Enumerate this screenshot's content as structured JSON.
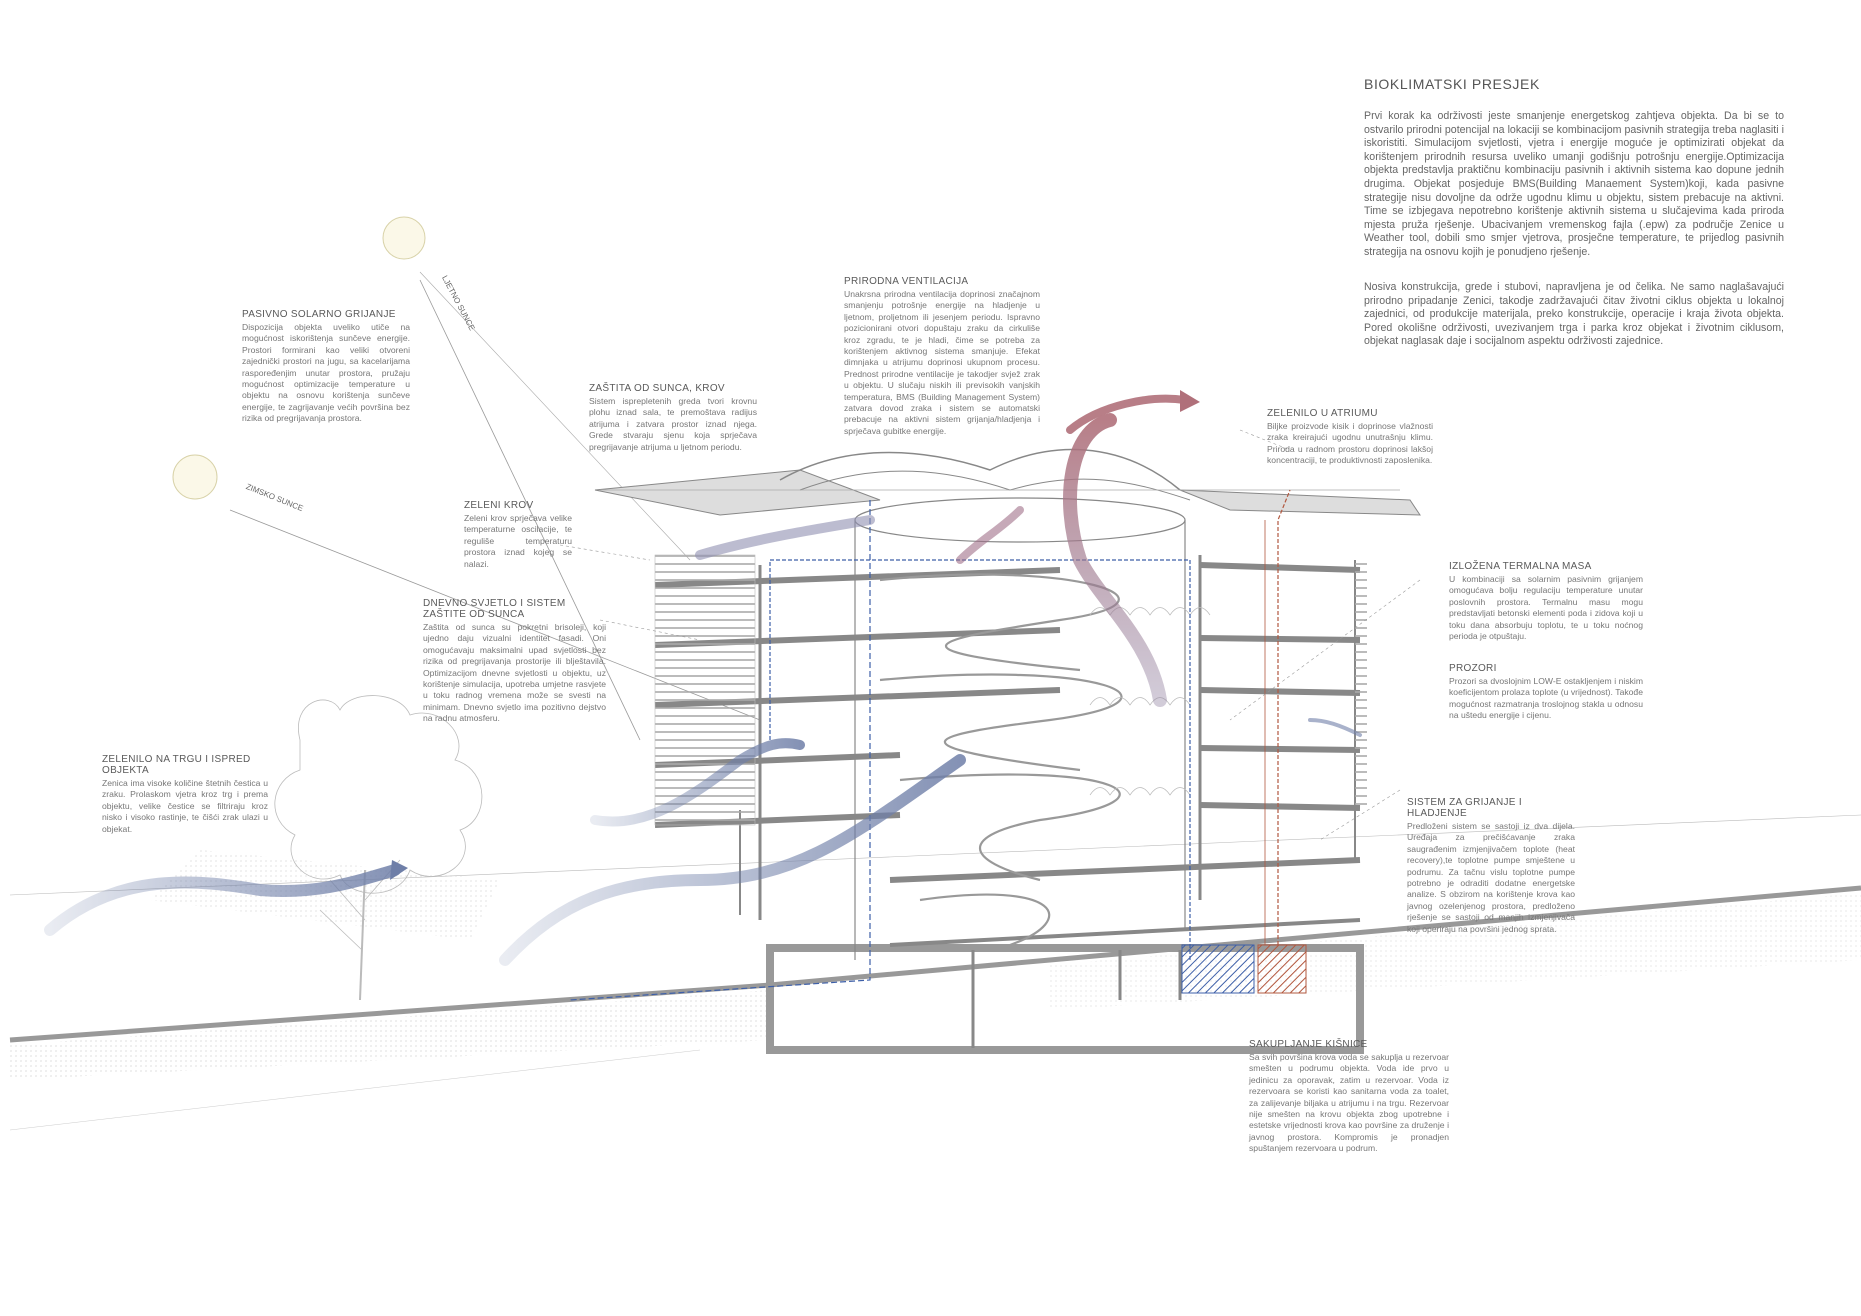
{
  "title": "BIOKLIMATSKI PRESJEK",
  "intro_1": "Prvi korak ka održivosti jeste smanjenje energetskog zahtjeva objekta. Da bi se to ostvarilo prirodni potencijal na lokaciji se kombinacijom pasivnih strategija treba naglasiti i iskoristiti. Simulacijom svjetlosti, vjetra i energije moguće je optimizirati objekat da korištenjem prirodnih resursa uveliko umanji godišnju potrošnju energije.Optimizacija objekta predstavlja praktičnu kombinaciju pasivnih i aktivnih sistema kao dopune jednih drugima. Objekat posjeduje BMS(Building Manaement System)koji, kada pasivne strategije nisu dovoljne da održe ugodnu klimu u objektu, sistem prebacuje na aktivni. Time se izbjegava nepotrebno korištenje aktivnih sistema u slučajevima kada priroda mjesta pruža rješenje. Ubacivanjem vremenskog fajla (.epw) za područje Zenice u Weather tool, dobili smo smjer vjetrova, prosječne temperature, te prijedlog pasivnih strategija na osnovu kojih je ponudjeno rješenje.",
  "intro_2": "Nosiva konstrukcija, grede i stubovi, napravljena je od čelika. Ne samo naglašavajući prirodno pripadanje Zenici, takodje zadržavajući čitav životni ciklus objekta u lokalnoj zajednici, od produkcije materijala, preko konstrukcije, operacije i kraja života objekta. Pored okolišne održivosti, uvezivanjem trga i parka kroz objekat i životnim ciklusom, objekat naglasak daje i socijalnom aspektu održivosti zajednice.",
  "sun_labels": {
    "summer": "LJETNO SUNCE",
    "winter": "ZIMSKO SUNCE"
  },
  "notes": {
    "pasivno": {
      "title": "PASIVNO SOLARNO GRIJANJE",
      "body": "Dispozicija objekta uveliko utiče na mogućnost iskorištenja sunčeve energije. Prostori formirani kao veliki otvoreni zajednički prostori na jugu, sa kacelarijama raspoređenjim unutar prostora, pružaju mogućnost optimizacije temperature u objektu na osnovu korištenja sunčeve energije, te zagrijavanje većih površina bez rizika od pregrijavanja prostora."
    },
    "zastita_krov": {
      "title": "ZAŠTITA OD SUNCA, KROV",
      "body": "Sistem isprepletenih greda tvori krovnu plohu iznad sala, te premoštava radijus atrijuma i zatvara prostor iznad njega. Grede stvaraju sjenu koja sprječava pregrijavanje atrijuma u ljetnom periodu."
    },
    "ventilacija": {
      "title": "PRIRODNA VENTILACIJA",
      "body": "Unakrsna prirodna ventilacija doprinosi značajnom smanjenju potrošnje energije na hladjenje u ljetnom, proljetnom ili jesenjem periodu. Ispravno pozicionirani otvori dopuštaju zraku da cirkuliše kroz zgradu, te je hladi, čime se potreba za korištenjem aktivnog sistema smanjuje. Efekat dimnjaka u atrijumu doprinosi ukupnom procesu. Prednost prirodne ventilacije je takodjer svjež zrak u objektu. U slučaju niskih ili previsokih vanjskih temperatura, BMS (Building Management System) zatvara dovod zraka i sistem se automatski prebacuje na aktivni sistem grijanja/hladjenja i sprječava gubitke energije."
    },
    "zelenilo_atrij": {
      "title": "ZELENILO U ATRIUMU",
      "body": "Biljke proizvode kisik i doprinose vlažnosti zraka kreirajući ugodnu unutrašnju klimu. Priroda u radnom prostoru doprinosi lakšoj koncentraciji, te produktivnosti zaposlenika."
    },
    "zeleni_krov": {
      "title": "ZELENI KROV",
      "body": "Zeleni krov sprječava velike temperaturne oscilacije, te reguliše temperaturu prostora iznad kojeg se nalazi."
    },
    "dnevno": {
      "title": "DNEVNO SVJETLO I SISTEM ZAŠTITE OD SUNCA",
      "body": "Zaštita od sunca su pokretni brisoleji, koji ujedno daju vizualni identitet fasadi. Oni omogućavaju maksimalni upad svjetlosti bez rizika od pregrijavanja prostorije ili blještavila. Optimizacijom dnevne svjetlosti u objektu, uz korištenje simulacija, upotreba umjetne rasvjete u toku radnog vremena može se svesti na minimam. Dnevno svjetlo ima pozitivno dejstvo na radnu atmosferu."
    },
    "termalna": {
      "title": "IZLOŽENA TERMALNA MASA",
      "body": "U kombinaciji sa solarnim pasivnim grijanjem omogućava bolju regulaciju temperature unutar poslovnih prostora. Termalnu masu mogu predstavljati betonski elementi poda i zidova koji u toku dana absorbuju toplotu, te u toku noćnog perioda je otpuštaju."
    },
    "prozori": {
      "title": "PROZORI",
      "body": "Prozori sa dvoslojnim LOW-E ostakljenjem i niskim koeficijentom prolaza toplote (u vrijednost). Takođe mogućnost razmatranja troslojnog stakla u odnosu na uštedu energije i cijenu."
    },
    "zelenilo_trg": {
      "title": "ZELENILO NA TRGU I ISPRED OBJEKTA",
      "body": "Zenica ima visoke količine štetnih čestica u zraku. Prolaskom vjetra kroz trg i prema objektu, velike čestice se filtriraju kroz nisko i visoko rastinje, te čišći zrak ulazi u objekat."
    },
    "grijanje": {
      "title": "SISTEM ZA GRIJANJE I HLADJENJE",
      "body": "Predloženi sistem se sastoji iz dva dijela. Uređaja za prečišćavanje zraka saugrađenim izmjenjivačem toplote (heat recovery),te toplotne pumpe smještene u podrumu. Za tačnu vislu toplotne pumpe potrebno je odraditi dodatne energetske analize. S obzirom na korištenje krova kao javnog ozelenjenog prostora, predloženo rješenje se sastoji od manjih izmjenjivača koji operiraju na površini jednog sprata."
    },
    "kisnica": {
      "title": "SAKUPLJANJE KIŠNICE",
      "body": "Sa svih površina krova voda se sakuplja u rezervoar smešten u podrumu objekta. Voda ide prvo u jedinicu za oporavak, zatim u rezervoar. Voda iz rezervoara se koristi kao sanitarna voda za toalet, za zalijevanje biljaka u atrijumu i na trgu. Rezervoar nije smešten na krovu objekta zbog upotrebne i estetske vrijednosti krova kao površine za druženje i javnog prostora. Kompromis je pronadjen spuštanjem rezervoara u podrum."
    }
  },
  "colors": {
    "cold_air": "#6f7fa8",
    "warm_air": "#b0707a",
    "heat_pump": "#3d5fa8",
    "tank": "#b2583f",
    "structure": "#8a8a8a"
  }
}
